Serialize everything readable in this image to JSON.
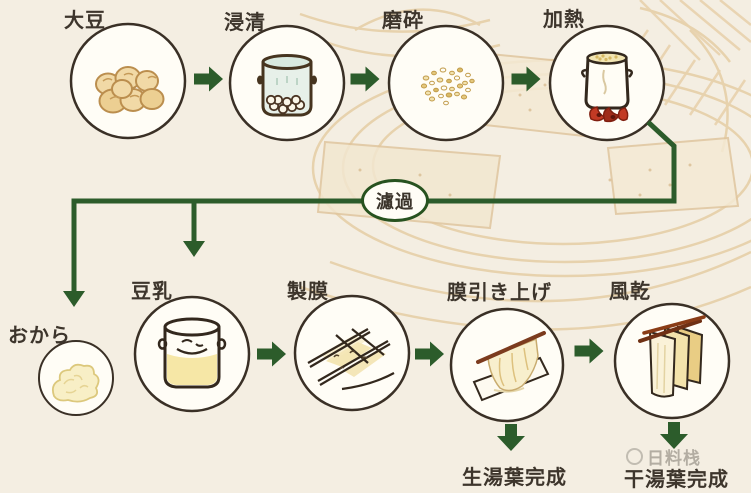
{
  "flowchart": {
    "background_color": "#f4eee2",
    "accent_green": "#2c5c2b",
    "text_color": "#3d352c",
    "top_row": [
      {
        "label": "大豆",
        "icon": "soybeans-icon"
      },
      {
        "label": "浸清",
        "icon": "soaking-pot-icon"
      },
      {
        "label": "磨砕",
        "icon": "ground-soybeans-icon"
      },
      {
        "label": "加熱",
        "icon": "heating-pot-icon"
      }
    ],
    "filter_node": {
      "label": "濾過"
    },
    "okara_branch": {
      "label": "おから",
      "icon": "okara-pulp-icon"
    },
    "bottom_row": [
      {
        "label": "豆乳",
        "icon": "soymilk-pot-icon"
      },
      {
        "label": "製膜",
        "icon": "film-tray-icon"
      },
      {
        "label": "膜引き上げ",
        "icon": "film-lifting-icon"
      },
      {
        "label": "風乾",
        "icon": "air-drying-sheets-icon"
      }
    ],
    "outputs": [
      {
        "label": "生湯葉完成"
      },
      {
        "label": "干湯葉完成"
      }
    ],
    "watermark": "日料栈"
  }
}
